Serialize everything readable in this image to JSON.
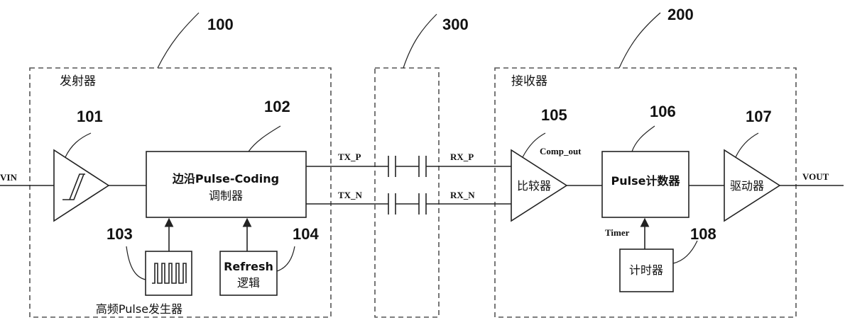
{
  "refs": {
    "r100": "100",
    "r200": "200",
    "r300": "300",
    "r101": "101",
    "r102": "102",
    "r103": "103",
    "r104": "104",
    "r105": "105",
    "r106": "106",
    "r107": "107",
    "r108": "108"
  },
  "transmitter": {
    "title": "发射器",
    "modulator_line1": "边沿Pulse-Coding",
    "modulator_line2": "调制器",
    "pulse_gen_label": "高频Pulse发生器",
    "refresh_line1": "Refresh",
    "refresh_line2": "逻辑"
  },
  "receiver": {
    "title": "接收器",
    "comparator": "比较器",
    "counter": "Pulse计数器",
    "driver": "驱动器",
    "timer_block": "计时器"
  },
  "signals": {
    "vin": "VIN",
    "vout": "VOUT",
    "tx_p": "TX_P",
    "tx_n": "TX_N",
    "rx_p": "RX_P",
    "rx_n": "RX_N",
    "comp_out": "Comp_out",
    "timer": "Timer"
  },
  "colors": {
    "stroke": "#222222",
    "dashed_border": "#555555",
    "background": "#ffffff"
  },
  "icons": [
    "schmitt-hysteresis-icon",
    "pulse-train-icon",
    "capacitor-icon",
    "comparator-triangle-icon",
    "driver-triangle-icon"
  ]
}
